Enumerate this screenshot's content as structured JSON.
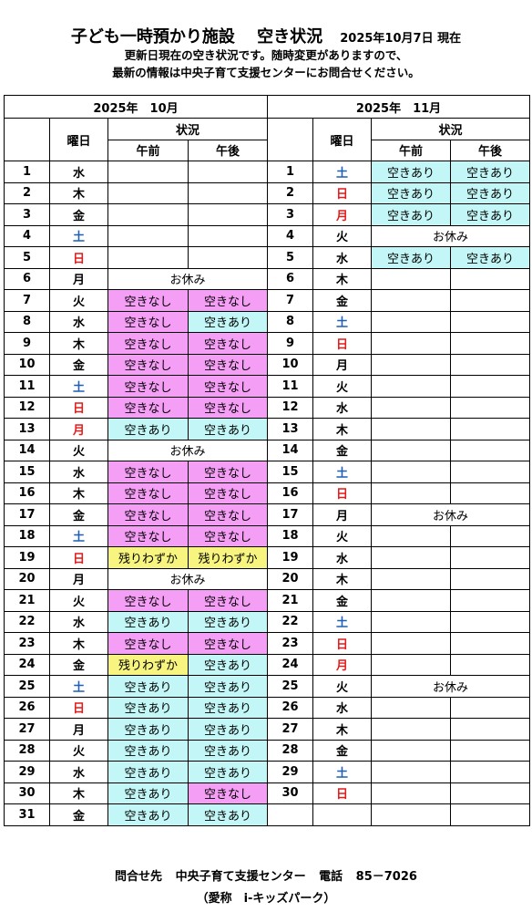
{
  "header": {
    "title": "子ども一時預かり施設　 空き状況",
    "as_of": "2025年10月7日 現在",
    "line1": "更新日現在の空き状況です。随時変更がありますので、",
    "line2": "最新の情報は中央子育て支援センターにお問合せください。"
  },
  "table": {
    "oct_title": "2025年　10月",
    "nov_title": "2025年　11月",
    "day_header": "曜日",
    "status_header": "状況",
    "am": "午前",
    "pm": "午後"
  },
  "status_colors": {
    "none": "#f59ef5",
    "avail": "#c3f6f6",
    "few": "#f7f47f"
  },
  "weekday_colors": {
    "sat": "#1f5fb5",
    "sun": "#e41b1b"
  },
  "october": [
    {
      "d": "1",
      "w": "水",
      "wc": "black",
      "am": "",
      "ac": "empty",
      "pm": "",
      "pc": "empty"
    },
    {
      "d": "2",
      "w": "木",
      "wc": "black",
      "am": "",
      "ac": "empty",
      "pm": "",
      "pc": "empty"
    },
    {
      "d": "3",
      "w": "金",
      "wc": "black",
      "am": "",
      "ac": "empty",
      "pm": "",
      "pc": "empty"
    },
    {
      "d": "4",
      "w": "土",
      "wc": "blue",
      "am": "",
      "ac": "empty",
      "pm": "",
      "pc": "empty"
    },
    {
      "d": "5",
      "w": "日",
      "wc": "red",
      "am": "",
      "ac": "empty",
      "pm": "",
      "pc": "empty"
    },
    {
      "d": "6",
      "w": "月",
      "wc": "black",
      "closed": "お休み"
    },
    {
      "d": "7",
      "w": "火",
      "wc": "black",
      "am": "空きなし",
      "ac": "none",
      "pm": "空きなし",
      "pc": "none"
    },
    {
      "d": "8",
      "w": "水",
      "wc": "black",
      "am": "空きなし",
      "ac": "none",
      "pm": "空きあり",
      "pc": "avail"
    },
    {
      "d": "9",
      "w": "木",
      "wc": "black",
      "am": "空きなし",
      "ac": "none",
      "pm": "空きなし",
      "pc": "none"
    },
    {
      "d": "10",
      "w": "金",
      "wc": "black",
      "am": "空きなし",
      "ac": "none",
      "pm": "空きなし",
      "pc": "none"
    },
    {
      "d": "11",
      "w": "土",
      "wc": "blue",
      "am": "空きなし",
      "ac": "none",
      "pm": "空きなし",
      "pc": "none"
    },
    {
      "d": "12",
      "w": "日",
      "wc": "red",
      "am": "空きなし",
      "ac": "none",
      "pm": "空きなし",
      "pc": "none"
    },
    {
      "d": "13",
      "w": "月",
      "wc": "red",
      "am": "空きあり",
      "ac": "avail",
      "pm": "空きあり",
      "pc": "avail"
    },
    {
      "d": "14",
      "w": "火",
      "wc": "black",
      "closed": "お休み"
    },
    {
      "d": "15",
      "w": "水",
      "wc": "black",
      "am": "空きなし",
      "ac": "none",
      "pm": "空きなし",
      "pc": "none"
    },
    {
      "d": "16",
      "w": "木",
      "wc": "black",
      "am": "空きなし",
      "ac": "none",
      "pm": "空きなし",
      "pc": "none"
    },
    {
      "d": "17",
      "w": "金",
      "wc": "black",
      "am": "空きなし",
      "ac": "none",
      "pm": "空きなし",
      "pc": "none"
    },
    {
      "d": "18",
      "w": "土",
      "wc": "blue",
      "am": "空きなし",
      "ac": "none",
      "pm": "空きなし",
      "pc": "none"
    },
    {
      "d": "19",
      "w": "日",
      "wc": "red",
      "am": "残りわずか",
      "ac": "few",
      "pm": "残りわずか",
      "pc": "few"
    },
    {
      "d": "20",
      "w": "月",
      "wc": "black",
      "closed": "お休み"
    },
    {
      "d": "21",
      "w": "火",
      "wc": "black",
      "am": "空きなし",
      "ac": "none",
      "pm": "空きなし",
      "pc": "none"
    },
    {
      "d": "22",
      "w": "水",
      "wc": "black",
      "am": "空きあり",
      "ac": "avail",
      "pm": "空きあり",
      "pc": "avail"
    },
    {
      "d": "23",
      "w": "木",
      "wc": "black",
      "am": "空きなし",
      "ac": "none",
      "pm": "空きなし",
      "pc": "none"
    },
    {
      "d": "24",
      "w": "金",
      "wc": "black",
      "am": "残りわずか",
      "ac": "few",
      "pm": "空きあり",
      "pc": "avail"
    },
    {
      "d": "25",
      "w": "土",
      "wc": "blue",
      "am": "空きあり",
      "ac": "avail",
      "pm": "空きあり",
      "pc": "avail"
    },
    {
      "d": "26",
      "w": "日",
      "wc": "red",
      "am": "空きあり",
      "ac": "avail",
      "pm": "空きあり",
      "pc": "avail"
    },
    {
      "d": "27",
      "w": "月",
      "wc": "black",
      "am": "空きあり",
      "ac": "avail",
      "pm": "空きあり",
      "pc": "avail"
    },
    {
      "d": "28",
      "w": "火",
      "wc": "black",
      "am": "空きあり",
      "ac": "avail",
      "pm": "空きあり",
      "pc": "avail"
    },
    {
      "d": "29",
      "w": "水",
      "wc": "black",
      "am": "空きあり",
      "ac": "avail",
      "pm": "空きあり",
      "pc": "avail"
    },
    {
      "d": "30",
      "w": "木",
      "wc": "black",
      "am": "空きあり",
      "ac": "avail",
      "pm": "空きなし",
      "pc": "none"
    },
    {
      "d": "31",
      "w": "金",
      "wc": "black",
      "am": "空きあり",
      "ac": "avail",
      "pm": "空きあり",
      "pc": "avail"
    }
  ],
  "november": [
    {
      "d": "1",
      "w": "土",
      "wc": "blue",
      "am": "空きあり",
      "ac": "avail",
      "pm": "空きあり",
      "pc": "avail"
    },
    {
      "d": "2",
      "w": "日",
      "wc": "red",
      "am": "空きあり",
      "ac": "avail",
      "pm": "空きあり",
      "pc": "avail"
    },
    {
      "d": "3",
      "w": "月",
      "wc": "red",
      "am": "空きあり",
      "ac": "avail",
      "pm": "空きあり",
      "pc": "avail"
    },
    {
      "d": "4",
      "w": "火",
      "wc": "black",
      "closed": "お休み"
    },
    {
      "d": "5",
      "w": "水",
      "wc": "black",
      "am": "空きあり",
      "ac": "avail",
      "pm": "空きあり",
      "pc": "avail"
    },
    {
      "d": "6",
      "w": "木",
      "wc": "black",
      "am": "",
      "ac": "empty",
      "pm": "",
      "pc": "empty"
    },
    {
      "d": "7",
      "w": "金",
      "wc": "black",
      "am": "",
      "ac": "empty",
      "pm": "",
      "pc": "empty"
    },
    {
      "d": "8",
      "w": "土",
      "wc": "blue",
      "am": "",
      "ac": "empty",
      "pm": "",
      "pc": "empty"
    },
    {
      "d": "9",
      "w": "日",
      "wc": "red",
      "am": "",
      "ac": "empty",
      "pm": "",
      "pc": "empty"
    },
    {
      "d": "10",
      "w": "月",
      "wc": "black",
      "am": "",
      "ac": "empty",
      "pm": "",
      "pc": "empty"
    },
    {
      "d": "11",
      "w": "火",
      "wc": "black",
      "am": "",
      "ac": "empty",
      "pm": "",
      "pc": "empty"
    },
    {
      "d": "12",
      "w": "水",
      "wc": "black",
      "am": "",
      "ac": "empty",
      "pm": "",
      "pc": "empty"
    },
    {
      "d": "13",
      "w": "木",
      "wc": "black",
      "am": "",
      "ac": "empty",
      "pm": "",
      "pc": "empty"
    },
    {
      "d": "14",
      "w": "金",
      "wc": "black",
      "am": "",
      "ac": "empty",
      "pm": "",
      "pc": "empty"
    },
    {
      "d": "15",
      "w": "土",
      "wc": "blue",
      "am": "",
      "ac": "empty",
      "pm": "",
      "pc": "empty"
    },
    {
      "d": "16",
      "w": "日",
      "wc": "red",
      "am": "",
      "ac": "empty",
      "pm": "",
      "pc": "empty"
    },
    {
      "d": "17",
      "w": "月",
      "wc": "black",
      "closed": "お休み"
    },
    {
      "d": "18",
      "w": "火",
      "wc": "black",
      "am": "",
      "ac": "empty",
      "pm": "",
      "pc": "empty"
    },
    {
      "d": "19",
      "w": "水",
      "wc": "black",
      "am": "",
      "ac": "empty",
      "pm": "",
      "pc": "empty"
    },
    {
      "d": "20",
      "w": "木",
      "wc": "black",
      "am": "",
      "ac": "empty",
      "pm": "",
      "pc": "empty"
    },
    {
      "d": "21",
      "w": "金",
      "wc": "black",
      "am": "",
      "ac": "empty",
      "pm": "",
      "pc": "empty"
    },
    {
      "d": "22",
      "w": "土",
      "wc": "blue",
      "am": "",
      "ac": "empty",
      "pm": "",
      "pc": "empty"
    },
    {
      "d": "23",
      "w": "日",
      "wc": "red",
      "am": "",
      "ac": "empty",
      "pm": "",
      "pc": "empty"
    },
    {
      "d": "24",
      "w": "月",
      "wc": "red",
      "am": "",
      "ac": "empty",
      "pm": "",
      "pc": "empty"
    },
    {
      "d": "25",
      "w": "火",
      "wc": "black",
      "closed": "お休み"
    },
    {
      "d": "26",
      "w": "水",
      "wc": "black",
      "am": "",
      "ac": "empty",
      "pm": "",
      "pc": "empty"
    },
    {
      "d": "27",
      "w": "木",
      "wc": "black",
      "am": "",
      "ac": "empty",
      "pm": "",
      "pc": "empty"
    },
    {
      "d": "28",
      "w": "金",
      "wc": "black",
      "am": "",
      "ac": "empty",
      "pm": "",
      "pc": "empty"
    },
    {
      "d": "29",
      "w": "土",
      "wc": "blue",
      "am": "",
      "ac": "empty",
      "pm": "",
      "pc": "empty"
    },
    {
      "d": "30",
      "w": "日",
      "wc": "red",
      "am": "",
      "ac": "empty",
      "pm": "",
      "pc": "empty"
    }
  ],
  "footer": {
    "contact_label": "問合せ先",
    "center": "中央子育て支援センター",
    "phone_label": "電話",
    "phone": "85－7026",
    "nickname": "（愛称　i-キッズパーク）"
  }
}
